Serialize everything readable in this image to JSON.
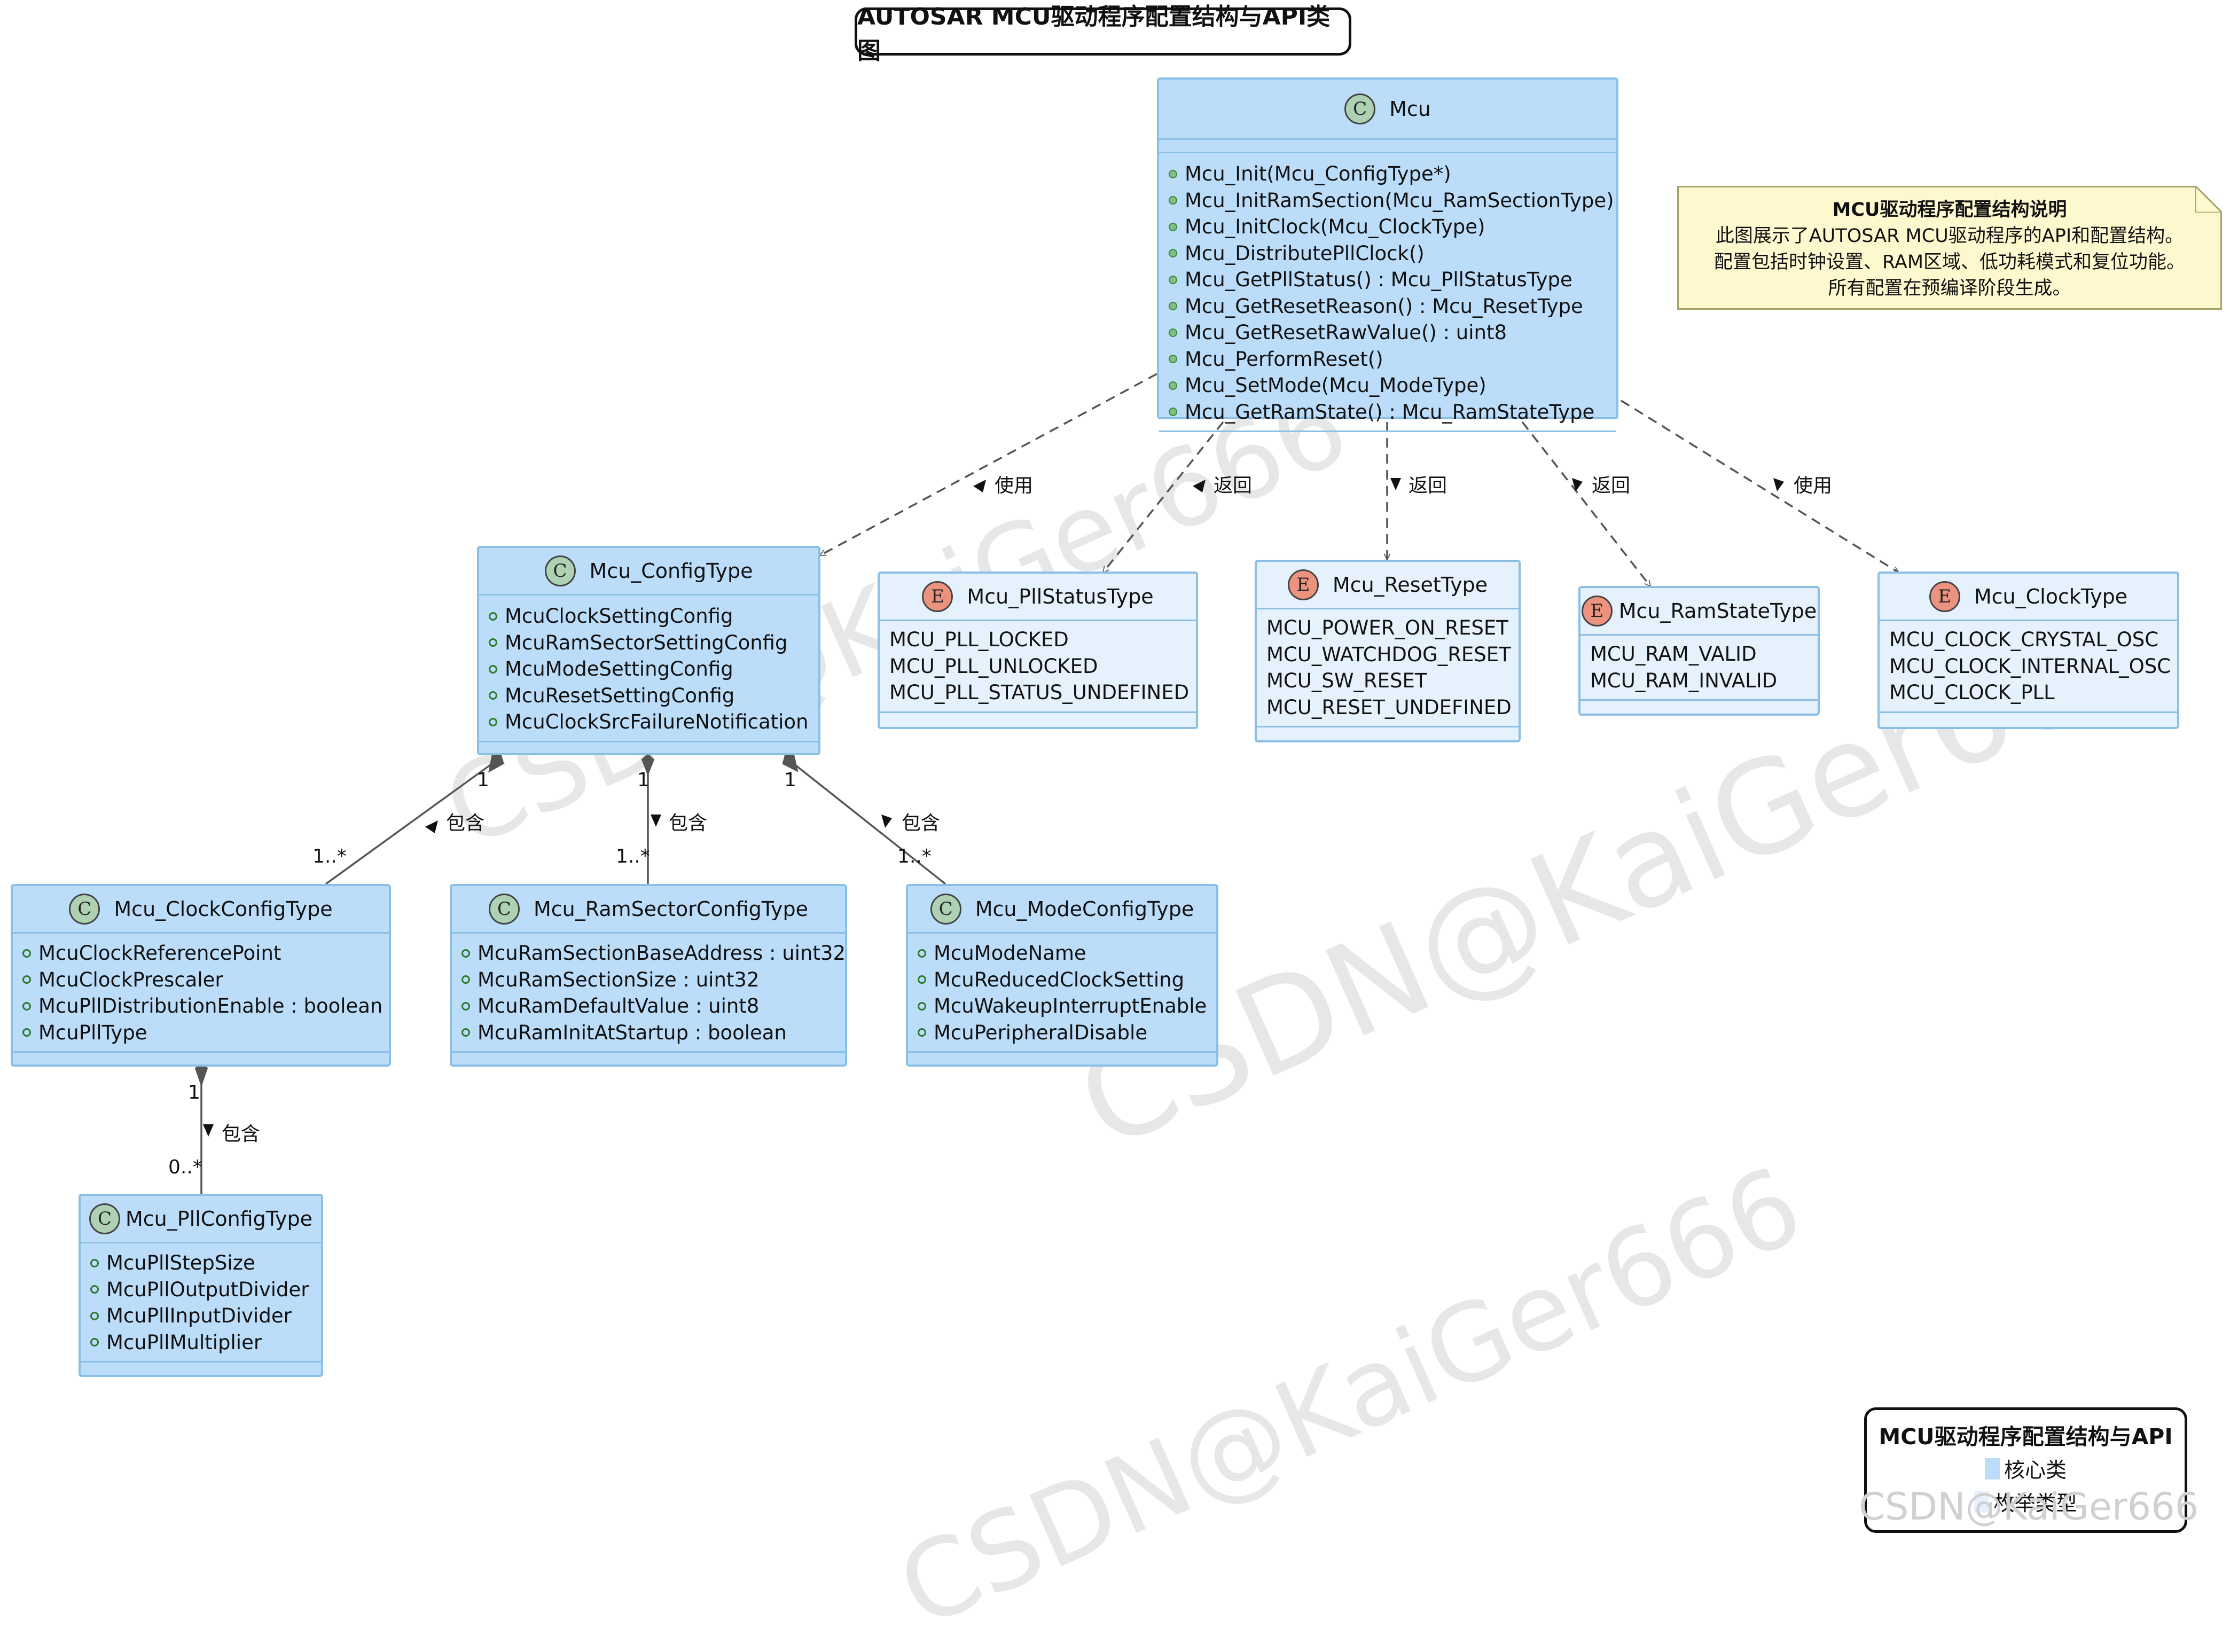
{
  "title": "AUTOSAR MCU驱动程序配置结构与API类图",
  "colors": {
    "class_bg": "#bcddfa",
    "enum_bg": "#e5f2fd",
    "border": "#8cbfe6",
    "class_badge": "#add1b2",
    "enum_badge": "#eb937f",
    "note_bg": "#fef8cf"
  },
  "classes": {
    "mcu": {
      "name": "Mcu",
      "badge": "C",
      "members": [
        "Mcu_Init(Mcu_ConfigType*)",
        "Mcu_InitRamSection(Mcu_RamSectionType)",
        "Mcu_InitClock(Mcu_ClockType)",
        "Mcu_DistributePllClock()",
        "Mcu_GetPllStatus() : Mcu_PllStatusType",
        "Mcu_GetResetReason() : Mcu_ResetType",
        "Mcu_GetResetRawValue() : uint8",
        "Mcu_PerformReset()",
        "Mcu_SetMode(Mcu_ModeType)",
        "Mcu_GetRamState() : Mcu_RamStateType"
      ]
    },
    "config": {
      "name": "Mcu_ConfigType",
      "badge": "C",
      "members": [
        "McuClockSettingConfig",
        "McuRamSectorSettingConfig",
        "McuModeSettingConfig",
        "McuResetSettingConfig",
        "McuClockSrcFailureNotification"
      ]
    },
    "pll_status": {
      "name": "Mcu_PllStatusType",
      "badge": "E",
      "members": [
        "MCU_PLL_LOCKED",
        "MCU_PLL_UNLOCKED",
        "MCU_PLL_STATUS_UNDEFINED"
      ]
    },
    "reset": {
      "name": "Mcu_ResetType",
      "badge": "E",
      "members": [
        "MCU_POWER_ON_RESET",
        "MCU_WATCHDOG_RESET",
        "MCU_SW_RESET",
        "MCU_RESET_UNDEFINED"
      ]
    },
    "ram_state": {
      "name": "Mcu_RamStateType",
      "badge": "E",
      "members": [
        "MCU_RAM_VALID",
        "MCU_RAM_INVALID"
      ]
    },
    "clock": {
      "name": "Mcu_ClockType",
      "badge": "E",
      "members": [
        "MCU_CLOCK_CRYSTAL_OSC",
        "MCU_CLOCK_INTERNAL_OSC",
        "MCU_CLOCK_PLL"
      ]
    },
    "clock_config": {
      "name": "Mcu_ClockConfigType",
      "badge": "C",
      "members": [
        "McuClockReferencePoint",
        "McuClockPrescaler",
        "McuPllDistributionEnable : boolean",
        "McuPllType"
      ]
    },
    "ram_sector": {
      "name": "Mcu_RamSectorConfigType",
      "badge": "C",
      "members": [
        "McuRamSectionBaseAddress : uint32",
        "McuRamSectionSize : uint32",
        "McuRamDefaultValue : uint8",
        "McuRamInitAtStartup : boolean"
      ]
    },
    "mode_config": {
      "name": "Mcu_ModeConfigType",
      "badge": "C",
      "members": [
        "McuModeName",
        "McuReducedClockSetting",
        "McuWakeupInterruptEnable",
        "McuPeripheralDisable"
      ]
    },
    "pll_config": {
      "name": "Mcu_PllConfigType",
      "badge": "C",
      "members": [
        "McuPllStepSize",
        "McuPllOutputDivider",
        "McuPllInputDivider",
        "McuPllMultiplier"
      ]
    }
  },
  "relations": {
    "use": "使用",
    "ret": "返回",
    "contain": "包含",
    "one": "1",
    "one_many": "1..*",
    "zero_many": "0..*"
  },
  "note": {
    "title": "MCU驱动程序配置结构说明",
    "lines": [
      "此图展示了AUTOSAR MCU驱动程序的API和配置结构。",
      "配置包括时钟设置、RAM区域、低功耗模式和复位功能。",
      "所有配置在预编译阶段生成。"
    ]
  },
  "legend": {
    "title": "MCU驱动程序配置结构与API",
    "items": [
      "核心类",
      "枚举类型"
    ]
  },
  "watermark": "CSDN@KaiGer666"
}
